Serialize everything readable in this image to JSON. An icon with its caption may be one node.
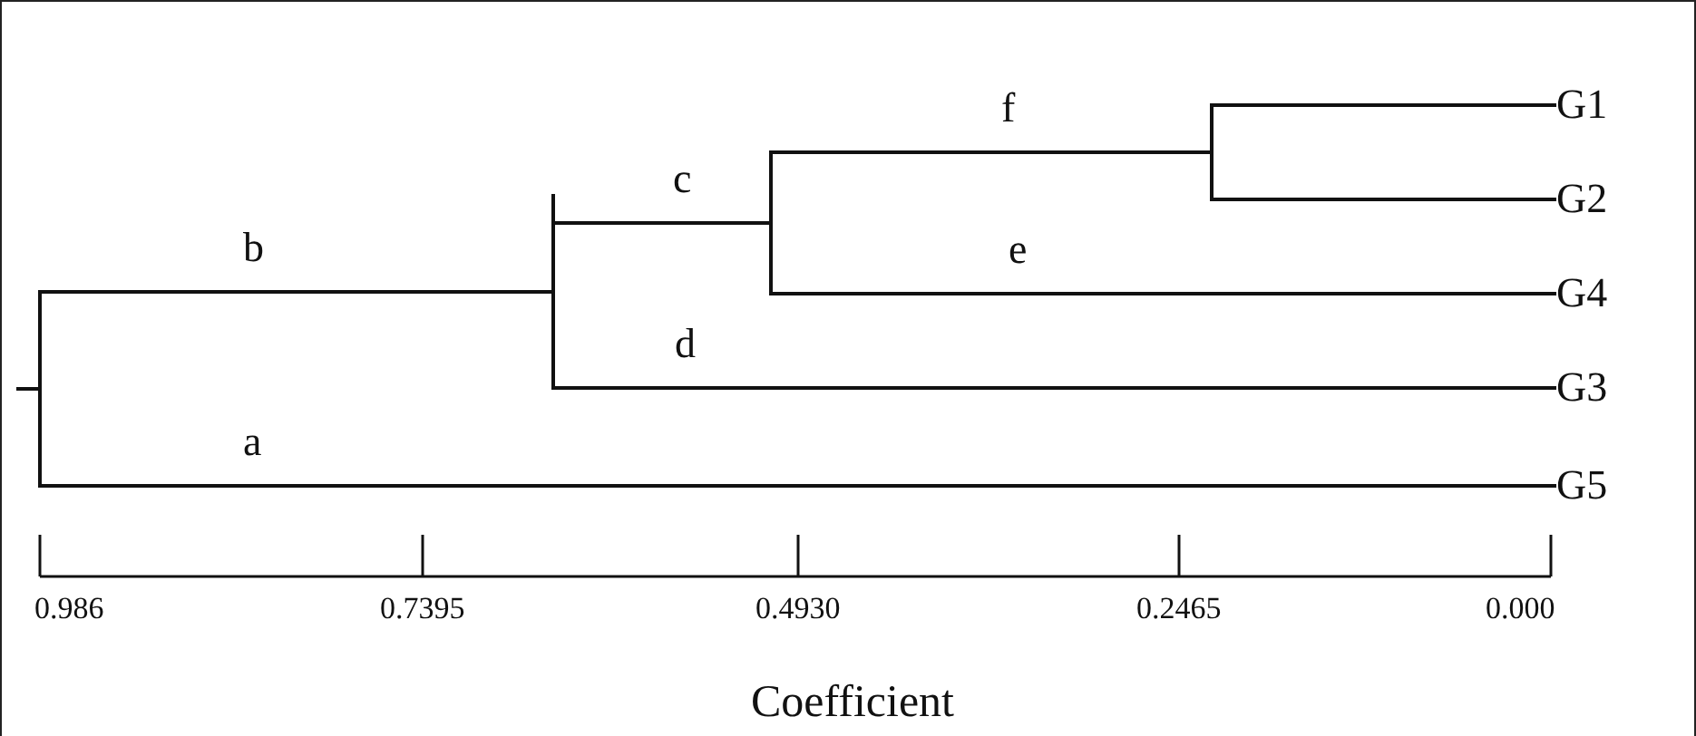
{
  "diagram": {
    "nodes": [
      {
        "text": [
          "G1"
        ]
      },
      {
        "text": [
          "G2"
        ]
      },
      {
        "text": [
          "G4"
        ]
      },
      {
        "text": [
          "G3"
        ]
      },
      {
        "text": [
          "G5"
        ]
      },
      {
        "text": [],
        "shape": "line"
      },
      {
        "text": [],
        "shape": "line"
      },
      {
        "text": [],
        "shape": "line"
      },
      {
        "text": [],
        "shape": "line"
      }
    ],
    "edges": [
      {
        "from": null,
        "to": 5,
        "arrow": "none"
      },
      {
        "from": 5,
        "to": 6,
        "arrow": "none",
        "label": "b"
      },
      {
        "from": 5,
        "to": 4,
        "arrow": "none",
        "label": "a"
      },
      {
        "from": 6,
        "to": 7,
        "arrow": "none",
        "label": "c"
      },
      {
        "from": 6,
        "to": 3,
        "arrow": "none",
        "label": "d"
      },
      {
        "from": 7,
        "to": 8,
        "arrow": "none",
        "label": "f"
      },
      {
        "from": 7,
        "to": 2,
        "arrow": "none",
        "label": "e"
      },
      {
        "from": 8,
        "to": 0,
        "arrow": "none"
      },
      {
        "from": 8,
        "to": 1,
        "arrow": "none"
      }
    ],
    "labels": [
      "0.986",
      "0.7395",
      "0.4930",
      "0.2465",
      "0.000",
      "Coefficient"
    ]
  }
}
